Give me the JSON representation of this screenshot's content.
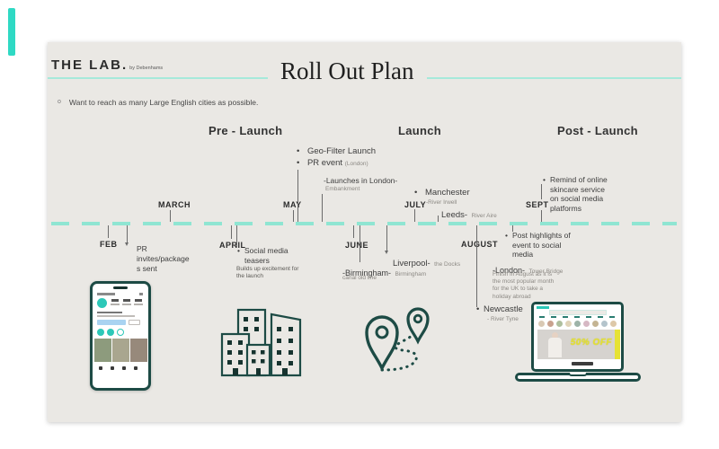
{
  "logo": {
    "brand": "THE LAB.",
    "sub": "by Debenhams"
  },
  "title": "Roll Out Plan",
  "objective": "Want to reach as many Large English cities as possible.",
  "phases": [
    {
      "label": "Pre - Launch"
    },
    {
      "label": "Launch"
    },
    {
      "label": "Post - Launch"
    }
  ],
  "months": {
    "feb": "FEB",
    "march": "MARCH",
    "april": "APRIL",
    "may": "MAY",
    "june": "JUNE",
    "july": "JULY",
    "august": "AUGUST",
    "sept": "SEPT"
  },
  "pre_launch": {
    "geo_filter": "Geo-Filter Launch",
    "pr_event": "PR event",
    "pr_event_note": "(London)",
    "launches": "-Launches in London-",
    "launches_sub": "Embankment",
    "pr_invites": "PR invites/packages sent",
    "teasers": "Social media teasers",
    "teasers_sub": "Builds up excitement for the launch"
  },
  "launch": {
    "birmingham": "-Birmingham-",
    "birmingham_note": "Birmingham",
    "birmingham_note2": "canal old line",
    "liverpool": "Liverpool-",
    "liverpool_note": "the Docks",
    "manchester": "Manchester",
    "manchester_note": "-River Irwell",
    "leeds": "Leeds-",
    "leeds_note": "River Aire",
    "newcastle": "Newcastle",
    "newcastle_note": "- River Tyne"
  },
  "post_launch": {
    "remind": "Remind of online skincare service on social media platforms",
    "highlights": "Post highlights of event to social media",
    "london": "-London-",
    "london_note": "Tower Bridge",
    "london_text": "Finish in August as it is the most popular month for the UK to take a holiday abroad"
  },
  "laptop": {
    "banner": "50% OFF"
  },
  "colors": {
    "accent_bar": "#2FD9C4",
    "timeline_dash": "#8FE5D2",
    "rule": "#A6E9DA",
    "illustration_outline": "#1D4B45",
    "banner_yellow": "#E6E234",
    "slide_bg": "#EAE8E4"
  }
}
